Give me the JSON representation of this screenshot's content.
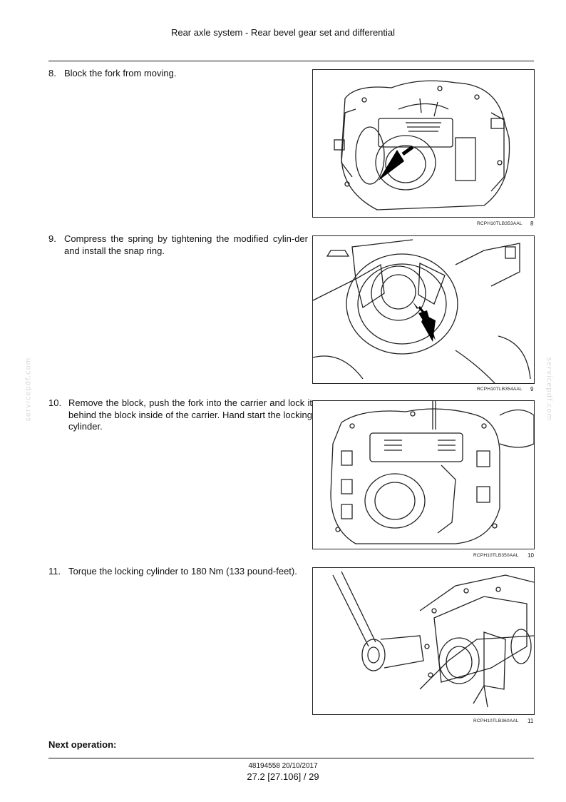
{
  "header": {
    "title": "Rear axle system - Rear bevel gear set and differential"
  },
  "steps": [
    {
      "number": "8.",
      "text": "Block the fork from moving."
    },
    {
      "number": "9.",
      "text": "Compress the spring by tightening the modified cylin-der and install the snap ring."
    },
    {
      "number": "10.",
      "text": "Remove the block, push the fork into the carrier and lock it behind the block inside of the carrier. Hand start the locking cylinder."
    },
    {
      "number": "11.",
      "text": "Torque the locking cylinder to 180 Nm (133 pound-feet)."
    }
  ],
  "figures": [
    {
      "code": "RCPH10TLB353AAL",
      "number": "8"
    },
    {
      "code": "RCPH10TLB354AAL",
      "number": "9"
    },
    {
      "code": "RCPH10TLB350AAL",
      "number": "10"
    },
    {
      "code": "RCPH10TLB360AAL",
      "number": "11"
    }
  ],
  "next_operation_label": "Next operation:",
  "footer": {
    "doc_ref": "48194558 20/10/2017",
    "page": "27.2 [27.106] / 29"
  },
  "watermark": "servicepdf.com"
}
